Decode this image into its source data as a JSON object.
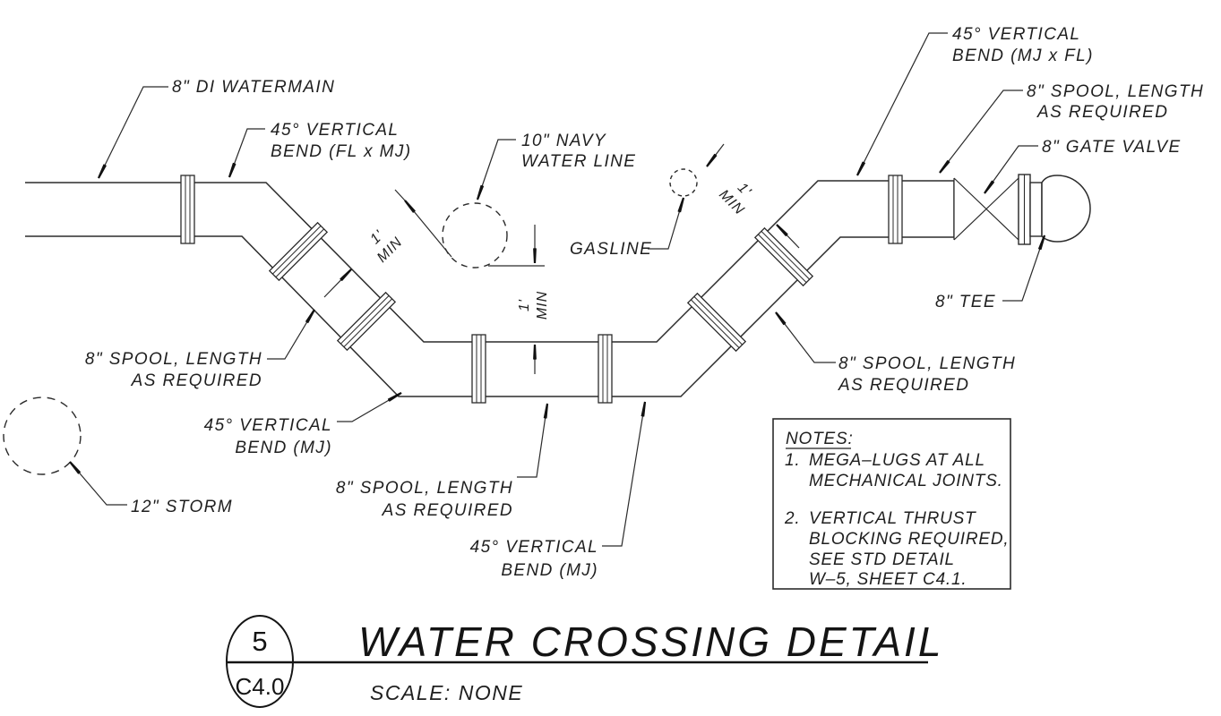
{
  "diagram": {
    "labels": {
      "watermain": "8\" DI WATERMAIN",
      "bend_fl_x_mj": [
        "45° VERTICAL",
        "BEND (FL x MJ)"
      ],
      "navy_water_line": [
        "10\" NAVY",
        "WATER LINE"
      ],
      "gasline": "GASLINE",
      "bend_mj_x_fl": [
        "45° VERTICAL",
        "BEND (MJ x FL)"
      ],
      "spool_top_right": [
        "8\" SPOOL, LENGTH",
        "AS REQUIRED"
      ],
      "gate_valve": "8\" GATE VALVE",
      "tee": "8\" TEE",
      "spool_right": [
        "8\" SPOOL, LENGTH",
        "AS REQUIRED"
      ],
      "spool_left": [
        "8\" SPOOL, LENGTH",
        "AS REQUIRED"
      ],
      "bend_mj_left": [
        "45° VERTICAL",
        "BEND (MJ)"
      ],
      "storm": "12\" STORM",
      "spool_bottom": [
        "8\" SPOOL, LENGTH",
        "AS REQUIRED"
      ],
      "bend_mj_bottom": [
        "45° VERTICAL",
        "BEND (MJ)"
      ]
    },
    "dimensions": {
      "feet": "1'",
      "min": "MIN"
    },
    "notes": {
      "heading": "NOTES:",
      "items": [
        {
          "num": "1.",
          "lines": [
            "MEGA–LUGS AT ALL",
            "MECHANICAL JOINTS."
          ]
        },
        {
          "num": "2.",
          "lines": [
            "VERTICAL THRUST",
            "BLOCKING REQUIRED,",
            "SEE STD DETAIL",
            "W–5, SHEET C4.1."
          ]
        }
      ]
    },
    "title_block": {
      "detail_number": "5",
      "sheet_number": "C4.0",
      "title": "WATER CROSSING DETAIL",
      "scale": "SCALE: NONE"
    }
  }
}
